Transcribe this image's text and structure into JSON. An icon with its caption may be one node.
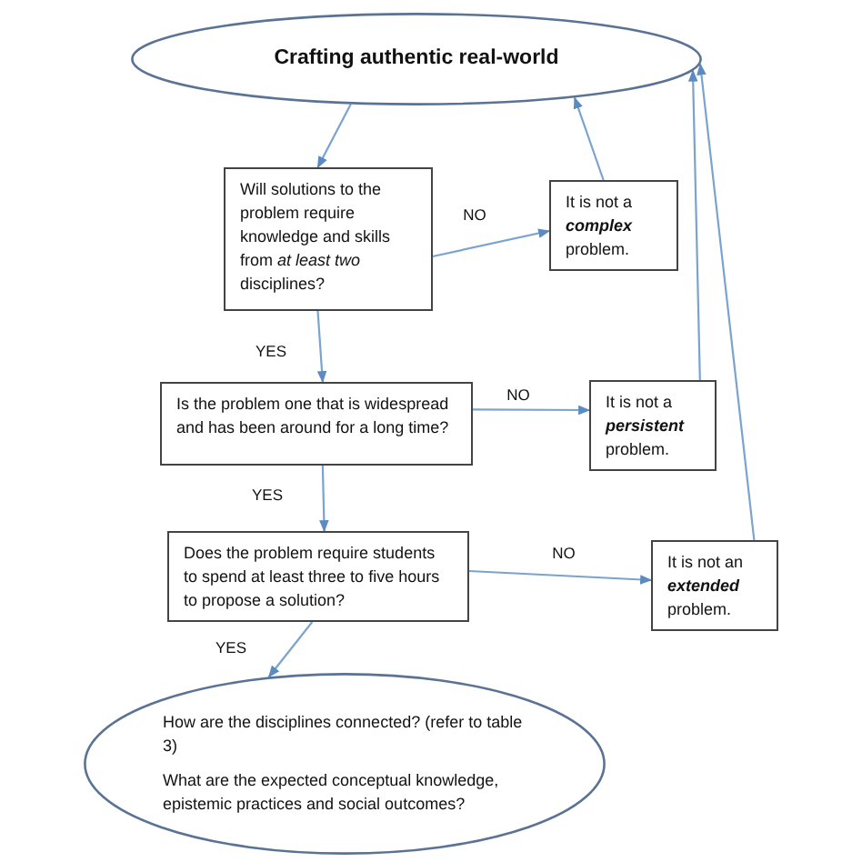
{
  "diagram": {
    "nodes": [
      {
        "text": [
          "Crafting authentic real-world"
        ]
      },
      {
        "text": [
          "Will solutions to the problem require knowledge and skills from *at least two* disciplines?"
        ]
      },
      {
        "text": [
          "It is not a **complex** problem."
        ]
      },
      {
        "text": [
          "Is the problem one that is widespread and has been around for a long time?"
        ]
      },
      {
        "text": [
          "It is not a **persistent** problem."
        ]
      },
      {
        "text": [
          "Does the problem require students to spend at least three to five hours to propose a solution?"
        ]
      },
      {
        "text": [
          "It is not an **extended** problem."
        ]
      },
      {
        "text": [
          "How are the disciplines connected? (refer to table 3)",
          "What are the expected conceptual knowledge, epistemic practices and social outcomes?"
        ]
      }
    ],
    "edges": [
      {
        "from": 0,
        "to": 1,
        "arrow": "to"
      },
      {
        "from": 1,
        "to": 2,
        "arrow": "to",
        "label": "NO"
      },
      {
        "from": 2,
        "to": 0,
        "arrow": "to"
      },
      {
        "from": 1,
        "to": 3,
        "arrow": "to",
        "label": "YES"
      },
      {
        "from": 3,
        "to": 4,
        "arrow": "to",
        "label": "NO"
      },
      {
        "from": 4,
        "to": 0,
        "arrow": "to"
      },
      {
        "from": 3,
        "to": 5,
        "arrow": "to",
        "label": "YES"
      },
      {
        "from": 5,
        "to": 6,
        "arrow": "to",
        "label": "NO"
      },
      {
        "from": 6,
        "to": 0,
        "arrow": "to"
      },
      {
        "from": 5,
        "to": 7,
        "arrow": "to",
        "label": "YES"
      }
    ]
  }
}
